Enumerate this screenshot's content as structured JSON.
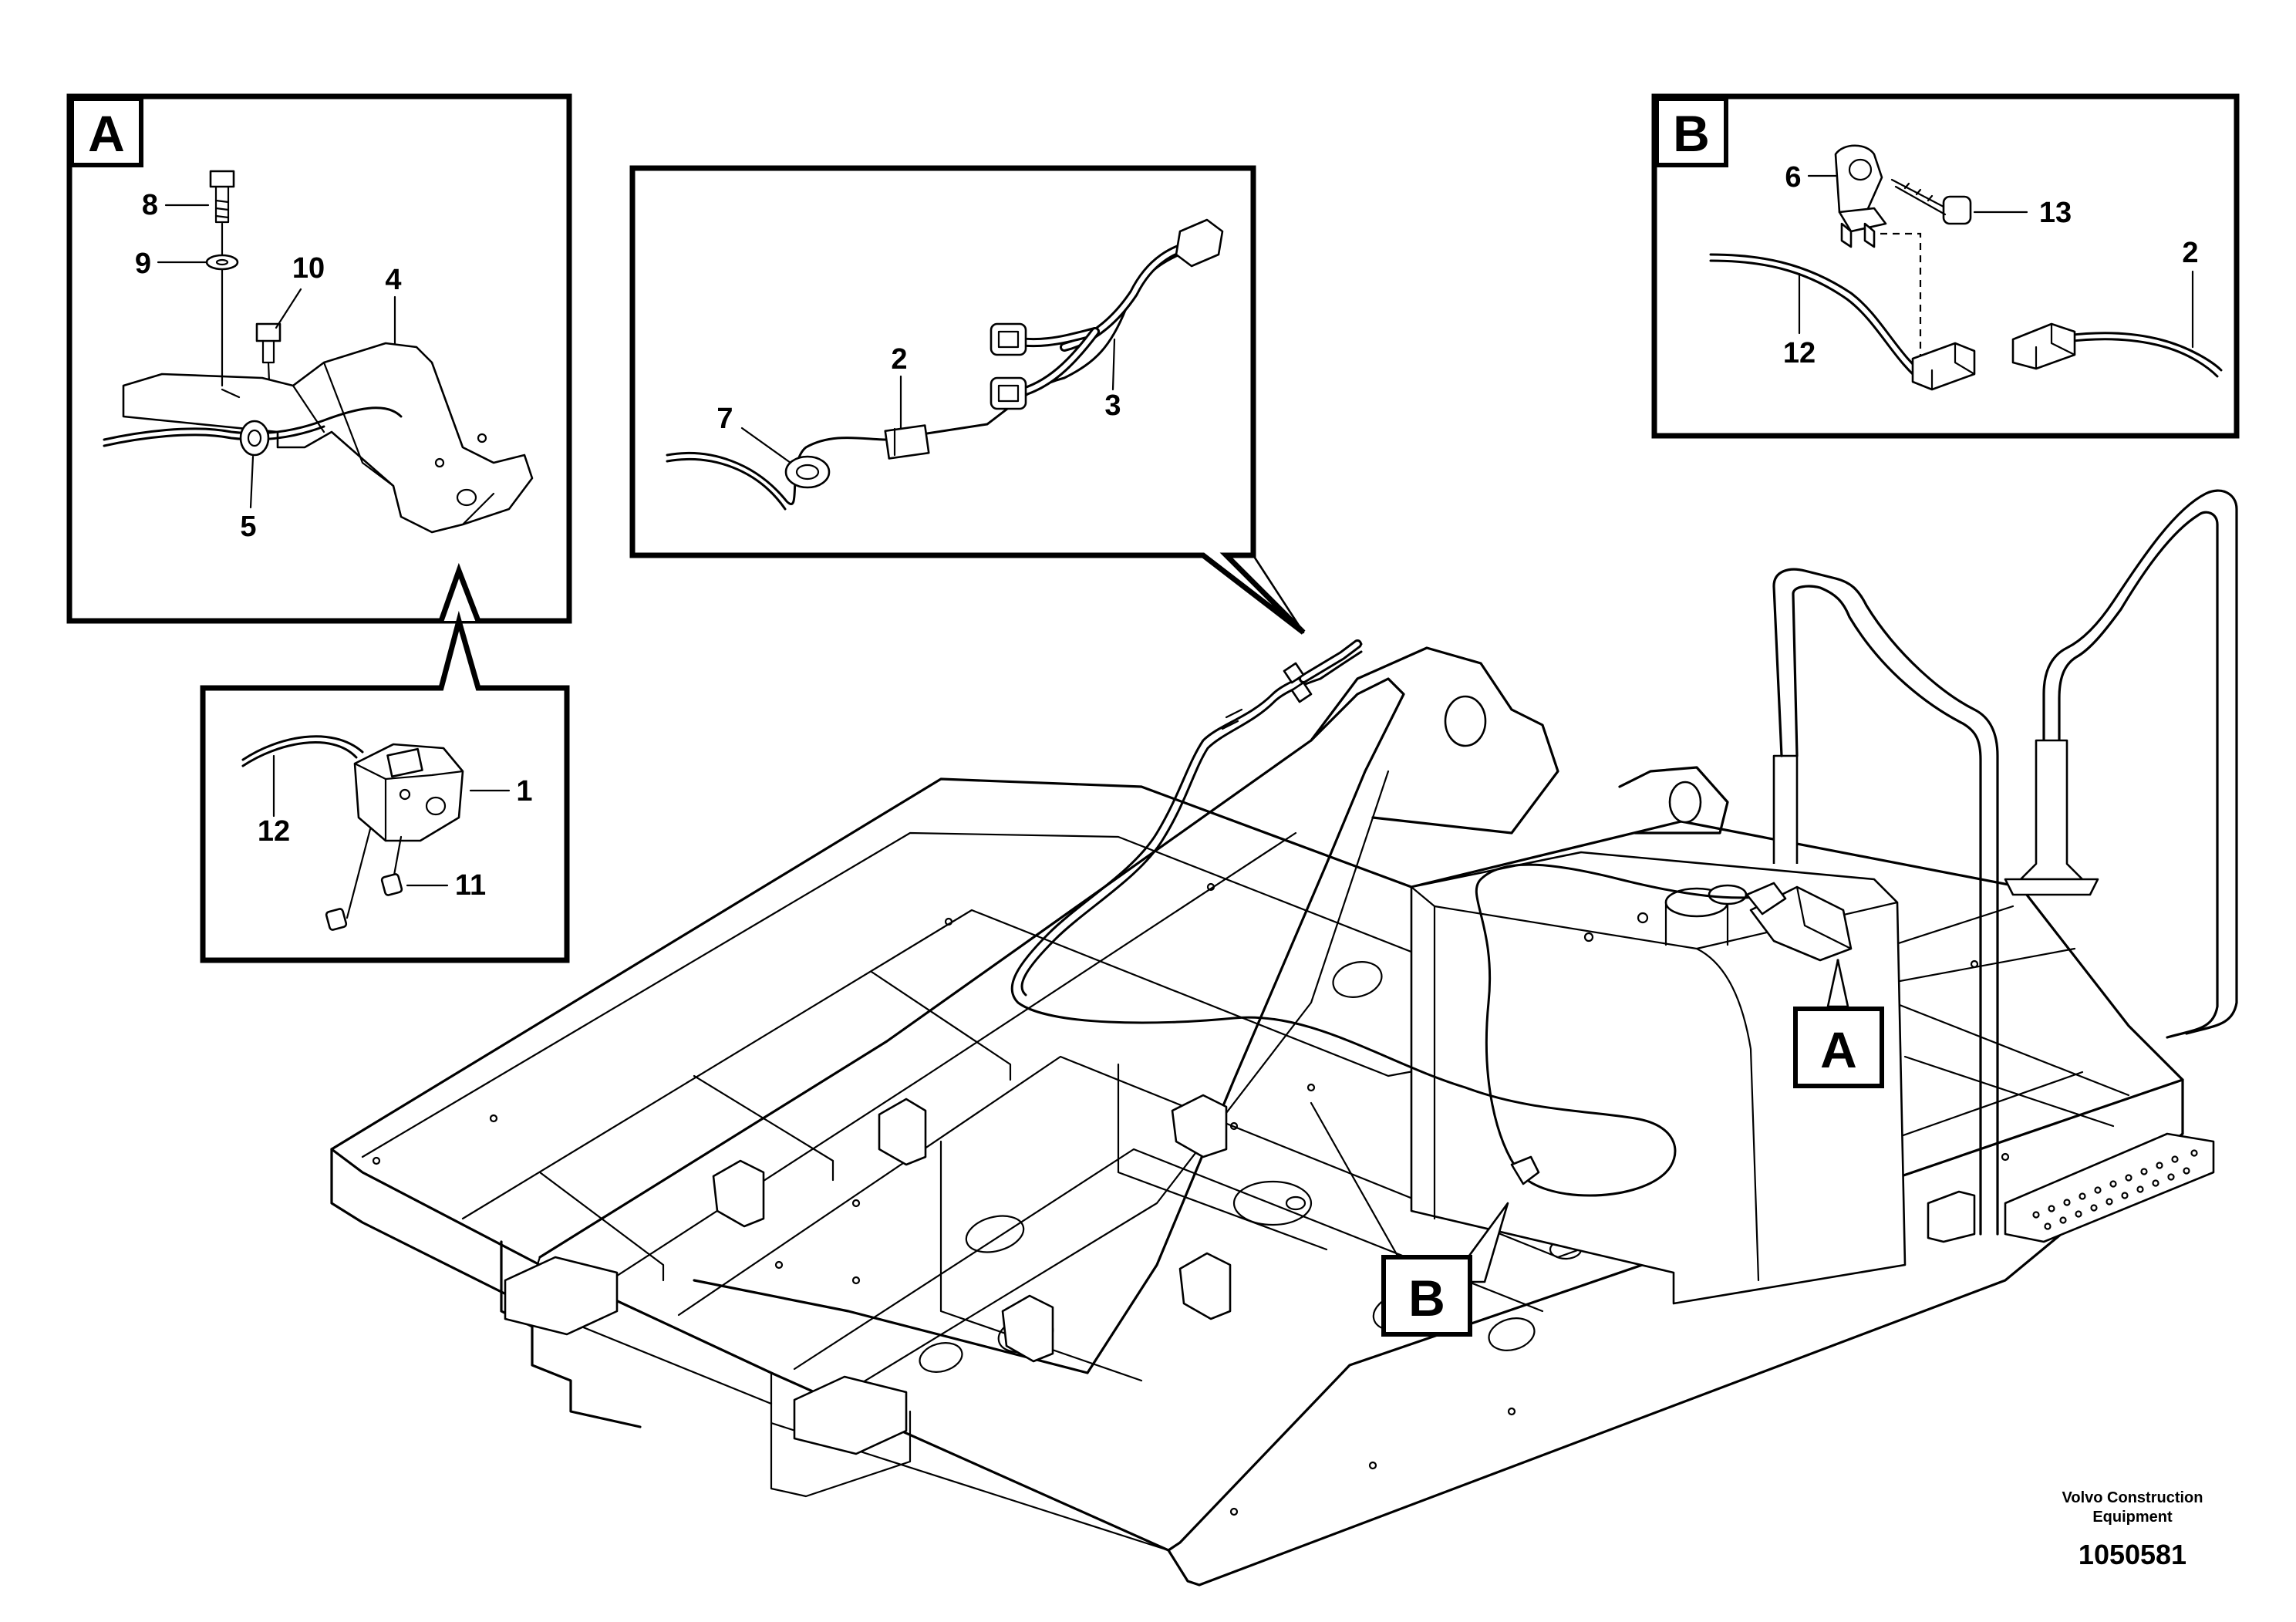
{
  "detail_a": {
    "letter": "A",
    "callouts": {
      "c8": "8",
      "c9": "9",
      "c10": "10",
      "c4": "4",
      "c5": "5"
    }
  },
  "detail_a_sub": {
    "callouts": {
      "c12": "12",
      "c1": "1",
      "c11": "11"
    }
  },
  "detail_mid": {
    "callouts": {
      "c2": "2",
      "c3": "3",
      "c7": "7"
    }
  },
  "detail_b": {
    "letter": "B",
    "callouts": {
      "c6": "6",
      "c13": "13",
      "c2": "2",
      "c12": "12"
    }
  },
  "main_view": {
    "marker_a": "A",
    "marker_b": "B"
  },
  "footer": {
    "credit_line1": "Volvo Construction",
    "credit_line2": "Equipment",
    "doc_number": "1050581"
  },
  "icons": [
    "frame-drawing",
    "fuel-tank-drawing",
    "handrail-drawing",
    "step-drawing",
    "wire-harness-drawing",
    "connector-drawing",
    "bracket-drawing",
    "bolt-drawing",
    "washer-drawing",
    "sensor-drawing"
  ]
}
